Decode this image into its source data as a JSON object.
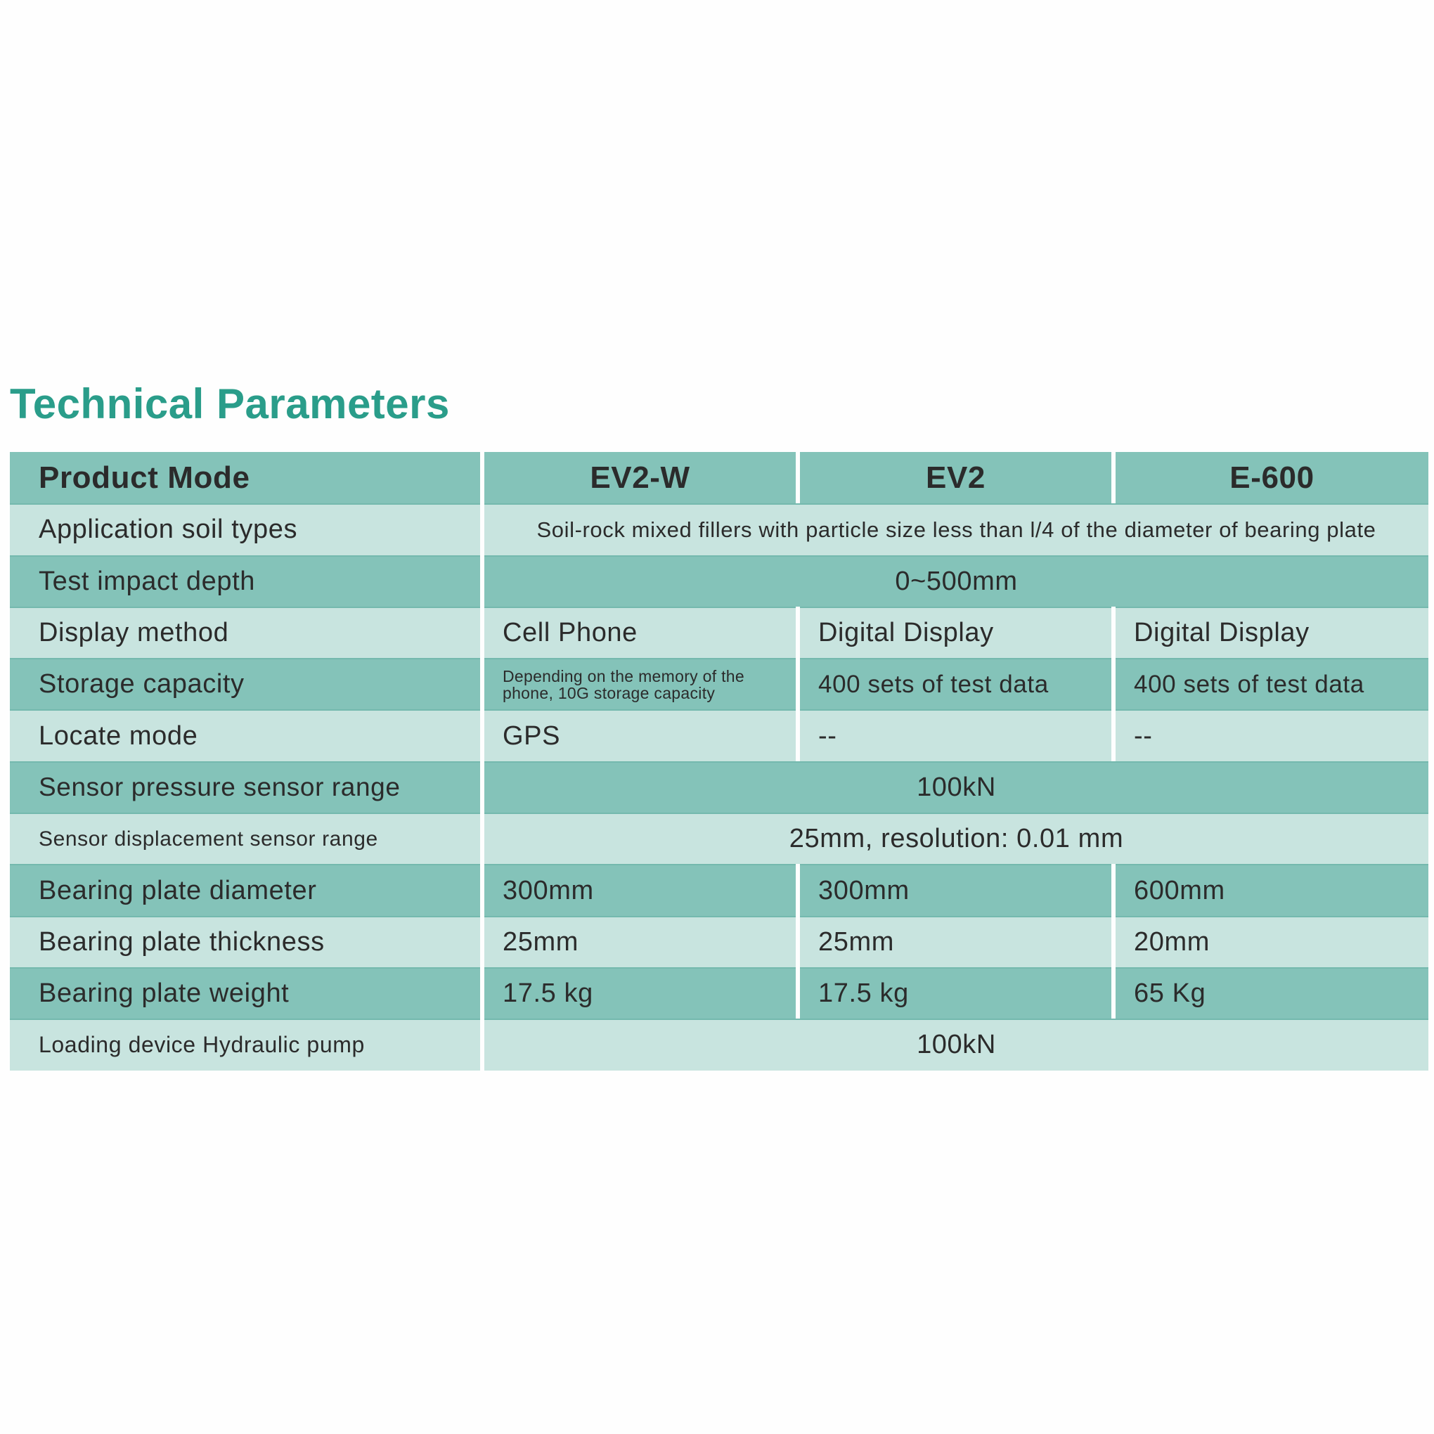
{
  "title": "Technical Parameters",
  "header": {
    "label": "Product Mode",
    "models": [
      "EV2-W",
      "EV2",
      "E-600"
    ]
  },
  "rows": {
    "application": {
      "label": "Application soil types",
      "value": "Soil-rock mixed fillers with particle size less than l/4 of the diameter of bearing plate"
    },
    "depth": {
      "label": "Test impact depth",
      "value": "0~500mm"
    },
    "display": {
      "label": "Display method",
      "values": [
        "Cell Phone",
        "Digital Display",
        "Digital Display"
      ]
    },
    "storage": {
      "label": "Storage capacity",
      "values": [
        "Depending on the memory of the phone, 10G storage capacity",
        "400 sets of test data",
        "400 sets of test data"
      ]
    },
    "locate": {
      "label": "Locate mode",
      "values": [
        "GPS",
        "--",
        "--"
      ]
    },
    "pressure": {
      "label": "Sensor pressure sensor range",
      "value": "100kN"
    },
    "displacement": {
      "label": "Sensor displacement sensor range",
      "value": "25mm, resolution: 0.01 mm"
    },
    "diameter": {
      "label": "Bearing plate diameter",
      "values": [
        "300mm",
        "300mm",
        "600mm"
      ]
    },
    "thickness": {
      "label": "Bearing plate thickness",
      "values": [
        "25mm",
        "25mm",
        "20mm"
      ]
    },
    "weight": {
      "label": "Bearing plate weight",
      "values": [
        "17.5 kg",
        "17.5 kg",
        "65 Kg"
      ]
    },
    "loading": {
      "label": "Loading device Hydraulic pump",
      "value": "100kN"
    }
  },
  "colors": {
    "title": "#2a9d8a",
    "row_dark": "#84c3b9",
    "row_light": "#c8e4df",
    "text": "#2b2b2b"
  }
}
